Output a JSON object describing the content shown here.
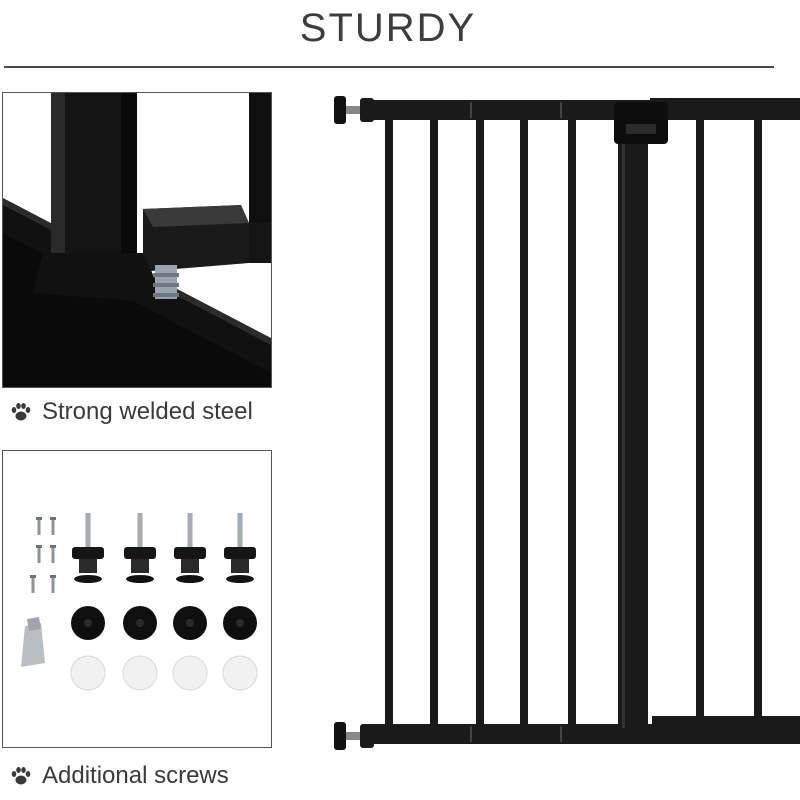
{
  "header": {
    "title": "STURDY"
  },
  "features": [
    {
      "label": "Strong welded steel",
      "icon": "paw-icon"
    },
    {
      "label": "Additional screws",
      "icon": "paw-icon"
    }
  ],
  "colors": {
    "gate": "#1a1a1a",
    "text": "#3a3a3a",
    "rule": "#4a4a4a"
  }
}
